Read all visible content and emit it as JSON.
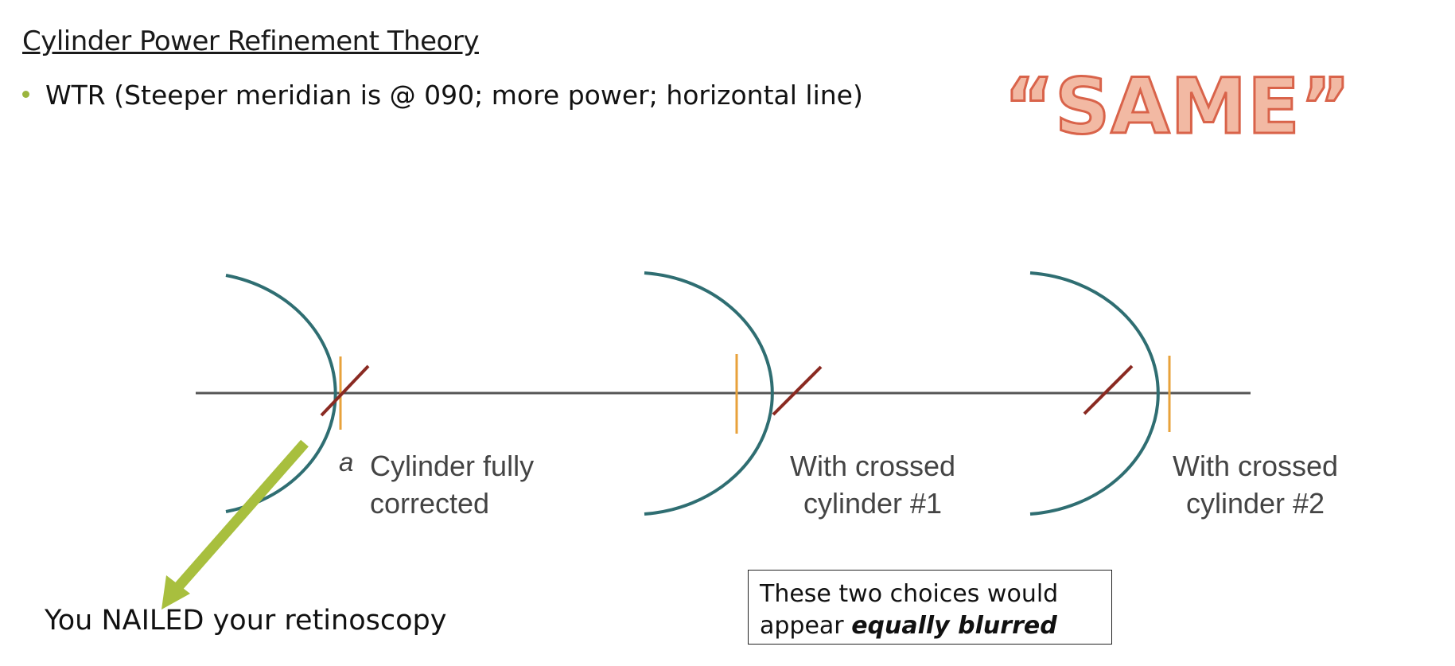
{
  "slide": {
    "title": "Cylinder Power Refinement Theory",
    "bullet": "WTR (Steeper meridian is @ 090; more power; horizontal line)",
    "same_label": "“SAME”"
  },
  "diagram": {
    "panel_a_letter": "a",
    "panel_captions": [
      {
        "line1": "Cylinder fully",
        "line2": "corrected"
      },
      {
        "line1": "With crossed",
        "line2": "cylinder #1"
      },
      {
        "line1": "With crossed",
        "line2": "cylinder #2"
      }
    ],
    "colors": {
      "retina_arc": "#2f6e72",
      "axis_line": "#555555",
      "vertical_focal_line": "#e8a23b",
      "oblique_focal_line": "#8a2a22",
      "arrow": "#a8bf3e"
    }
  },
  "annotations": {
    "nailed_text": "You NAILED your retinoscopy",
    "blur_box_text": "These two choices would",
    "blur_box_prefix": "appear ",
    "blur_box_emphasis": "equally blurred"
  }
}
